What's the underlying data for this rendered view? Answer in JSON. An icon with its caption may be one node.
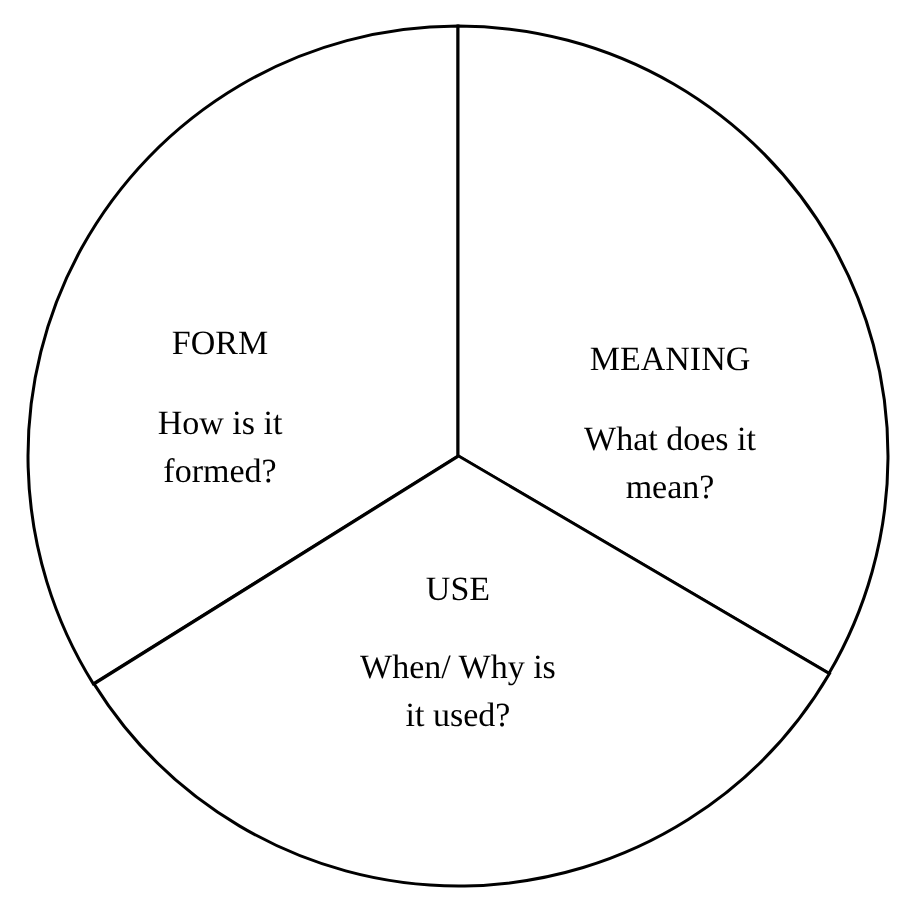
{
  "diagram": {
    "nodes": [
      {
        "text": [
          "FORM",
          "How is it formed?"
        ]
      },
      {
        "text": [
          "MEANING",
          "What does it mean?"
        ]
      },
      {
        "text": [
          "USE",
          "When/ Why is it used?"
        ]
      }
    ]
  }
}
